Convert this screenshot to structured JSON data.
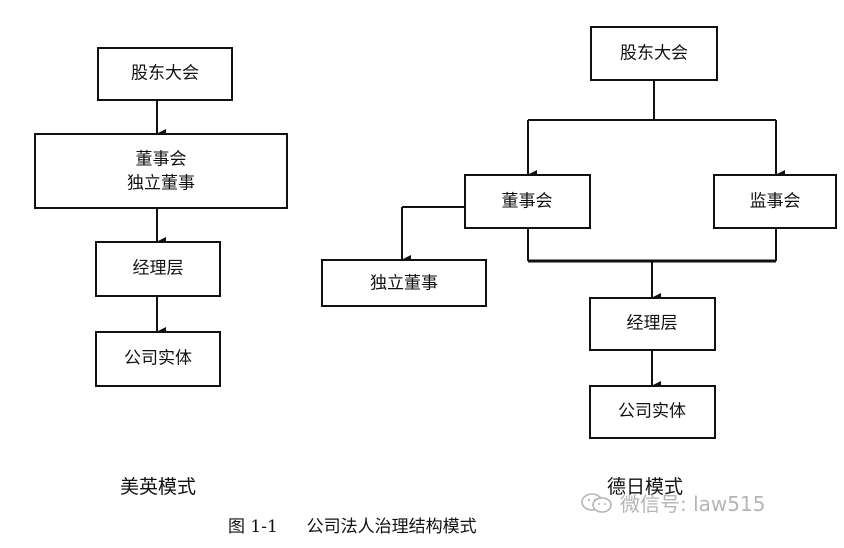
{
  "left_model": {
    "title": "美英模式",
    "shareholders": "股东大会",
    "board_line1": "董事会",
    "board_line2": "独立董事",
    "management": "经理层",
    "company": "公司实体"
  },
  "right_model": {
    "title": "德日模式",
    "shareholders": "股东大会",
    "board": "董事会",
    "supervisory": "监事会",
    "independent": "独立董事",
    "management": "经理层",
    "company": "公司实体"
  },
  "figure": {
    "number": "图 1-1",
    "caption": "公司法人治理结构模式"
  },
  "watermark": {
    "text": "微信号: law515",
    "icon": "wechat-icon"
  }
}
